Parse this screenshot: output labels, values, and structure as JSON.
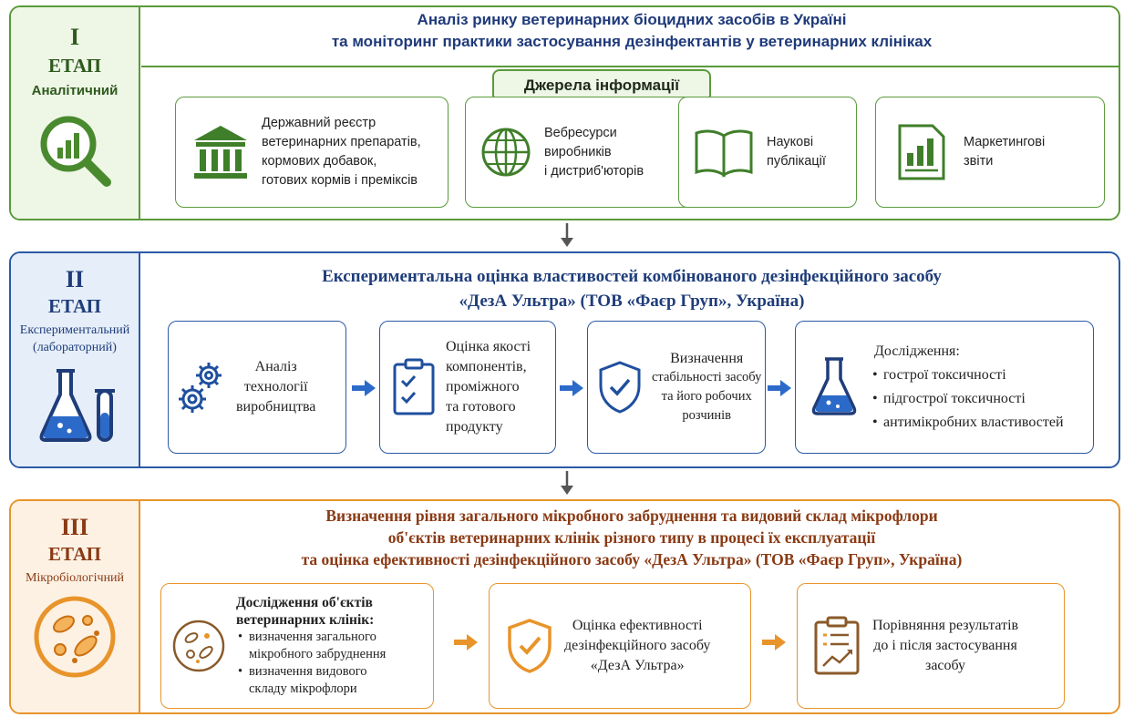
{
  "colors": {
    "green": "#5a9a3a",
    "green_bg": "#eef6e6",
    "blue": "#2b5aa6",
    "blue_bg": "#e6eef9",
    "orange": "#e8942a",
    "orange_bg": "#fdf1e3",
    "title_blue": "#1f3d7a",
    "title_brown": "#8a3a14"
  },
  "stage1": {
    "roman": "I",
    "etap": "ЕТАП",
    "name": "Аналітичний",
    "title_l1": "Аналіз ринку ветеринарних біоцидних засобів в Україні",
    "title_l2": "та моніторинг практики застосування дезінфектантів у ветеринарних клініках",
    "sources_label": "Джерела інформації",
    "cards": [
      {
        "icon": "government-building-icon",
        "l1": "Державний реєстр",
        "l2": "ветеринарних препаратів,",
        "l3": "кормових добавок,",
        "l4": "готових кормів і преміксів"
      },
      {
        "icon": "globe-icon",
        "l1": "Вебресурси",
        "l2": "виробників",
        "l3": "і дистриб'юторів"
      },
      {
        "icon": "book-icon",
        "l1": "Наукові",
        "l2": "публікації"
      },
      {
        "icon": "report-chart-icon",
        "l1": "Маркетингові",
        "l2": "звіти"
      }
    ]
  },
  "stage2": {
    "roman": "II",
    "etap": "ЕТАП",
    "name_l1": "Експериментальний",
    "name_l2": "(лабораторний)",
    "title_l1": "Експериментальна оцінка властивостей комбінованого дезінфекційного засобу",
    "title_l2": "«ДезА Ультра» (ТОВ «Фаєр Груп», Україна)",
    "cards": [
      {
        "icon": "gears-icon",
        "l1": "Аналіз",
        "l2": "технології",
        "l3": "виробництва"
      },
      {
        "icon": "clipboard-check-icon",
        "l1": "Оцінка якості",
        "l2": "компонентів,",
        "l3": "проміжного",
        "l4": "та готового",
        "l5": "продукту"
      },
      {
        "icon": "shield-check-icon",
        "l1": "Визначення",
        "l2": "стабільності засобу",
        "l3": "та його робочих",
        "l4": "розчинів"
      },
      {
        "icon": "flask-icon",
        "head": "Дослідження:",
        "b1": "гострої токсичності",
        "b2": "підгострої токсичності",
        "b3": "антимікробних властивостей"
      }
    ]
  },
  "stage3": {
    "roman": "III",
    "etap": "ЕТАП",
    "name": "Мікробіологічний",
    "title_l1": "Визначення рівня загального мікробного забруднення та видовий склад мікрофлори",
    "title_l2": "об'єктів ветеринарних клінік різного типу в процесі їх експлуатації",
    "title_l3": "та оцінка ефективності дезінфекційного засобу «ДезА Ультра» (ТОВ «Фаєр Груп», Україна)",
    "cards": [
      {
        "icon": "petri-dish-icon",
        "head_l1": "Дослідження об'єктів",
        "head_l2": "ветеринарних клінік:",
        "b1_l1": "визначення загального",
        "b1_l2": "мікробного забруднення",
        "b2_l1": "визначення видового",
        "b2_l2": "складу мікрофлори"
      },
      {
        "icon": "shield-check-icon",
        "l1": "Оцінка ефективності",
        "l2": "дезінфекційного засобу",
        "l3": "«ДезА Ультра»"
      },
      {
        "icon": "clipboard-chart-icon",
        "l1": "Порівняння результатів",
        "l2": "до і після застосування",
        "l3": "засобу"
      }
    ]
  }
}
